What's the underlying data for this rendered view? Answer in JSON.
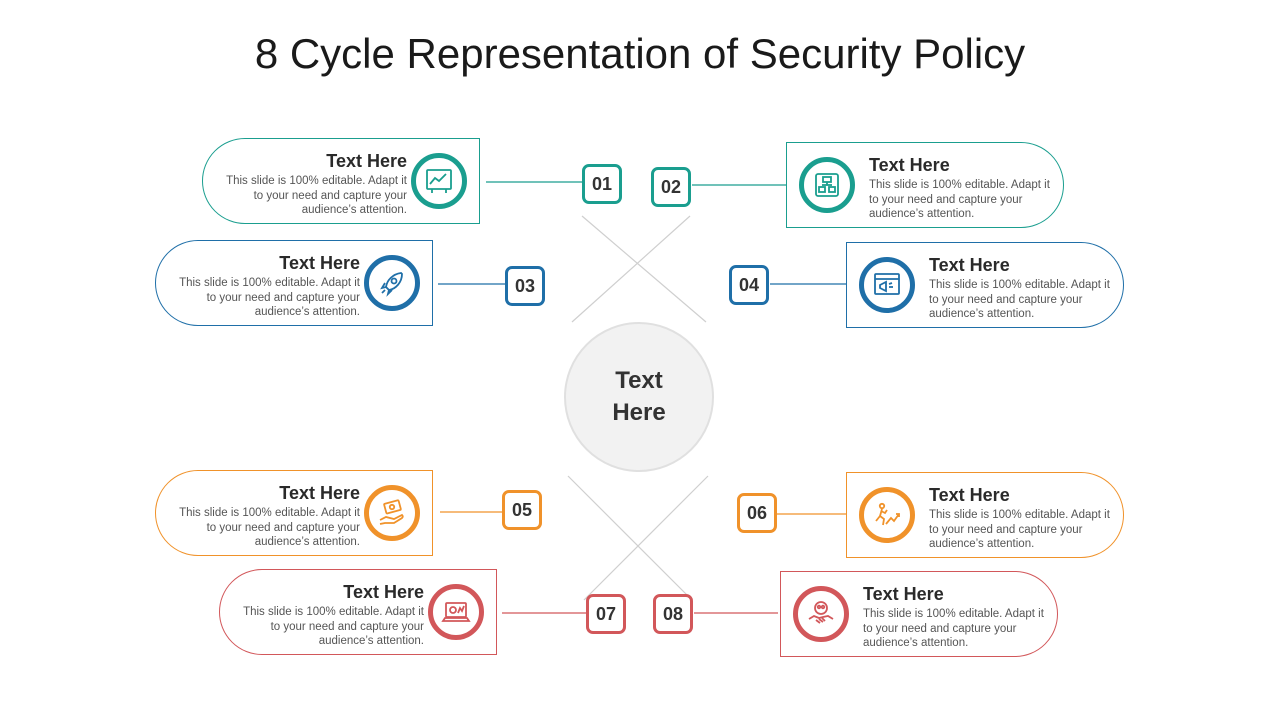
{
  "title": "8 Cycle Representation of Security Policy",
  "center": {
    "label": "Text Here"
  },
  "colors": {
    "teal": "#1a9e8f",
    "blue": "#1f6fa8",
    "orange": "#f0922a",
    "red": "#d2575a"
  },
  "items": [
    {
      "num": "01",
      "heading": "Text Here",
      "body": "This slide is 100% editable. Adapt it to your need and capture your audience’s attention.",
      "icon": "chart-board-icon",
      "color": "#1a9e8f"
    },
    {
      "num": "02",
      "heading": "Text Here",
      "body": "This slide is 100% editable. Adapt it to your need and capture your audience’s attention.",
      "icon": "organization-chart-icon",
      "color": "#1a9e8f"
    },
    {
      "num": "03",
      "heading": "Text Here",
      "body": "This slide is 100% editable. Adapt it to your need and capture your audience’s attention.",
      "icon": "rocket-icon",
      "color": "#1f6fa8"
    },
    {
      "num": "04",
      "heading": "Text Here",
      "body": "This slide is 100% editable. Adapt it to your need and capture your audience’s attention.",
      "icon": "megaphone-browser-icon",
      "color": "#1f6fa8"
    },
    {
      "num": "05",
      "heading": "Text Here",
      "body": "This slide is 100% editable. Adapt it to your need and capture your audience’s attention.",
      "icon": "money-hand-icon",
      "color": "#f0922a"
    },
    {
      "num": "06",
      "heading": "Text Here",
      "body": "This slide is 100% editable. Adapt it to your need and capture your audience’s attention.",
      "icon": "running-growth-icon",
      "color": "#f0922a"
    },
    {
      "num": "07",
      "heading": "Text Here",
      "body": "This slide is 100% editable. Adapt it to your need and capture your audience’s attention.",
      "icon": "laptop-presentation-icon",
      "color": "#d2575a"
    },
    {
      "num": "08",
      "heading": "Text Here",
      "body": "This slide is 100% editable. Adapt it to your need and capture your audience’s attention.",
      "icon": "handshake-team-icon",
      "color": "#d2575a"
    }
  ]
}
